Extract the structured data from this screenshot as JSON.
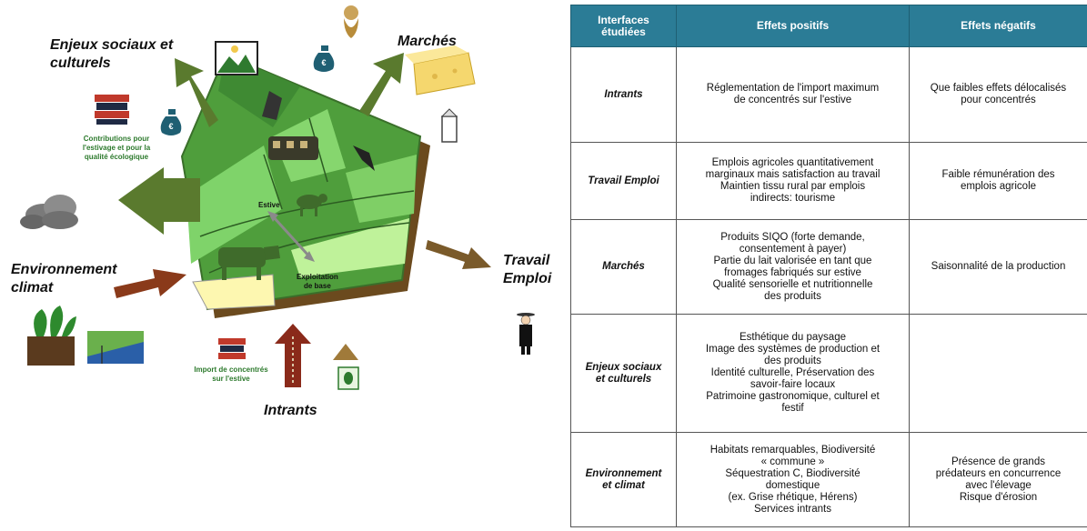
{
  "diagram": {
    "labels": {
      "enjeux": "Enjeux sociaux et\nculturels",
      "marches": "Marchés",
      "environnement": "Environnement\nclimat",
      "travail": "Travail\nEmploi",
      "intrants": "Intrants"
    },
    "small_labels": {
      "contributions": "Contributions pour\nl'estivage et pour la\nqualité écologique",
      "import": "Import de concentrés\nsur l'estive"
    },
    "inner_labels": {
      "estive": "Estive",
      "exploitation": "Exploitation\nde base"
    },
    "icons": {
      "money_symbol": "€"
    }
  },
  "table": {
    "headers": [
      "Interfaces\nétudiées",
      "Effets positifs",
      "Effets négatifs"
    ],
    "rows": [
      {
        "interface": "Intrants",
        "positive": "Réglementation de l'import maximum\nde concentrés sur l'estive",
        "negative": "Que faibles effets délocalisés\npour concentrés"
      },
      {
        "interface": "Travail Emploi",
        "positive": "Emplois agricoles quantitativement\nmarginaux mais satisfaction au travail\nMaintien tissu rural par emplois\nindirects: tourisme",
        "negative": "Faible rémunération des\nemplois agricole"
      },
      {
        "interface": "Marchés",
        "positive": "Produits SIQO (forte demande,\nconsentement à payer)\nPartie du lait valorisée en tant que\nfromages fabriqués sur estive\nQualité sensorielle et nutritionnelle\ndes produits",
        "negative": "Saisonnalité de la production"
      },
      {
        "interface": "Enjeux sociaux\net culturels",
        "positive": "Esthétique du paysage\nImage des systèmes de production et\ndes produits\nIdentité culturelle, Préservation des\nsavoir-faire locaux\nPatrimoine gastronomique, culturel et\nfestif",
        "negative": ""
      },
      {
        "interface": "Environnement\net climat",
        "positive": "Habitats remarquables, Biodiversité\n« commune »\nSéquestration C, Biodiversité\ndomestique\n(ex. Grise rhétique, Hérens)\nServices intrants",
        "negative": "Présence de grands\nprédateurs en concurrence\navec l'élevage\nRisque d'érosion"
      }
    ]
  }
}
